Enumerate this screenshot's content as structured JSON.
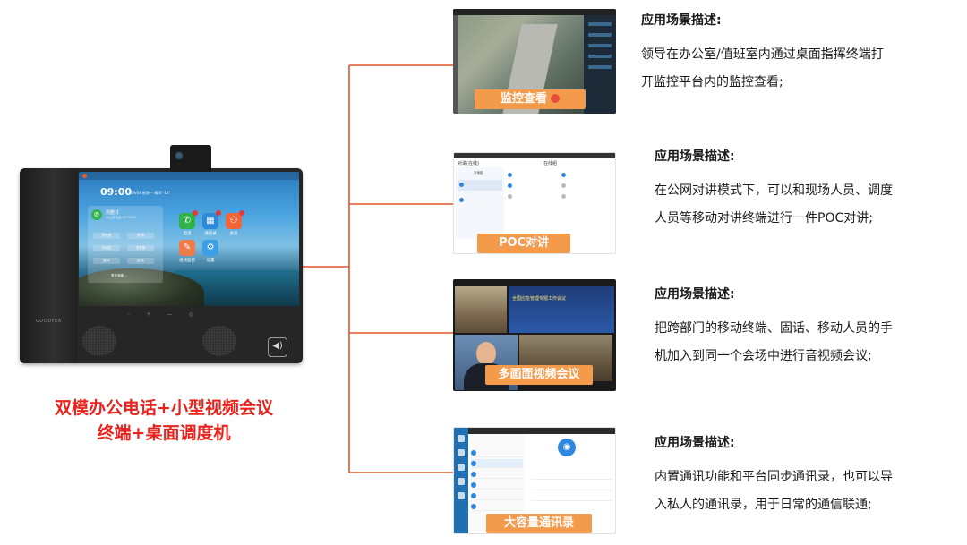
{
  "device": {
    "brand": "GOODPEA",
    "screen": {
      "clock": "09:00",
      "date": "09/04  星期一   晴 8°-18°",
      "contact_name": "周雅芬",
      "contact_sub": "办公室电话  8979825",
      "quick_buttons": [
        "拨号盘",
        "短 信",
        "手动会",
        "手机信",
        "通 讯",
        "会 议"
      ],
      "more": "更多收藏  ⌄",
      "apps": [
        {
          "label": "电话",
          "icon": "phone-icon",
          "color": "#2fb34a",
          "glyph": "✆",
          "badge": true
        },
        {
          "label": "通讯录",
          "icon": "contacts-icon",
          "color": "#2e8ad8",
          "glyph": "▦",
          "badge": true
        },
        {
          "label": "会议",
          "icon": "meeting-icon",
          "color": "#f0663a",
          "glyph": "⚇",
          "badge": true
        },
        {
          "label": "视频监控",
          "icon": "camera-icon",
          "color": "#f07a4a",
          "glyph": "✎",
          "badge": false
        },
        {
          "label": "设置",
          "icon": "settings-icon",
          "color": "#3aa0e6",
          "glyph": "⚙",
          "badge": false
        }
      ]
    }
  },
  "main_title": {
    "line1": "双模办公电话+小型视频会议",
    "line2": "终端+桌面调度机"
  },
  "scenarios": [
    {
      "tag": "监控查看",
      "heading": "应用场景描述:",
      "lines": [
        "领导在办公室/值班室内通过桌面指挥终端打",
        "开监控平台内的监控查看;"
      ]
    },
    {
      "tag": "POC对讲",
      "heading": "应用场景描述:",
      "lines": [
        "在公网对讲模式下，可以和现场人员、调度",
        "人员等移动对讲终端进行一件POC对讲;"
      ],
      "screen": {
        "left_header": "对讲(在线)",
        "right_header": "在线组",
        "tab": "本地组"
      }
    },
    {
      "tag": "多画面视频会议",
      "heading": "应用场景描述:",
      "lines": [
        "把跨部门的移动终端、固话、移动人员的手",
        "机加入到同一个会场中进行音视频会议;"
      ],
      "screen": {
        "banner": "全国应急管理专题工作会议"
      }
    },
    {
      "tag": "大容量通讯录",
      "heading": "应用场景描述:",
      "lines": [
        "内置通讯功能和平台同步通讯录，也可以导",
        "入私人的通讯录，用于日常的通信联通;"
      ]
    }
  ],
  "colors": {
    "accent_red": "#e8231d",
    "tag_orange": "#f39a4b",
    "connector": "#e2572b"
  }
}
